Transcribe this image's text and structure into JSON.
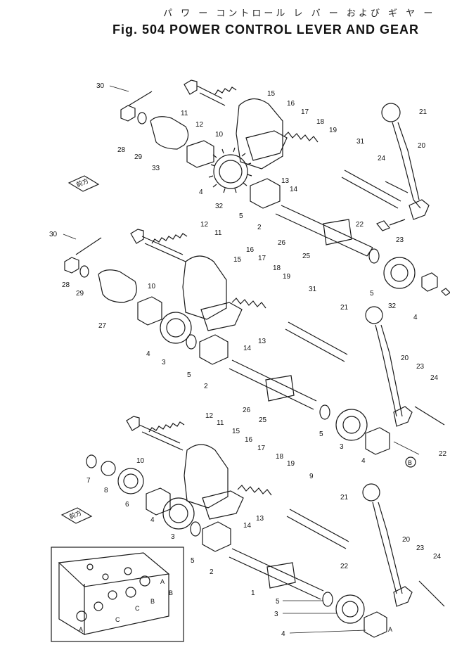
{
  "header": {
    "japanese_title": "パ ワ ー コントロール レ バ ー および ギ ヤ ー",
    "figure_title": "Fig. 504 POWER CONTROL LEVER AND GEAR"
  },
  "arrow_label": "前方",
  "inset_letters": [
    "A",
    "B",
    "C",
    "B",
    "C",
    "A"
  ],
  "callout_letters": [
    "B",
    "A"
  ],
  "assemblies": [
    {
      "name": "upper",
      "numbers": [
        "30",
        "28",
        "29",
        "33",
        "4",
        "32",
        "5",
        "2",
        "26",
        "25",
        "11",
        "12",
        "10",
        "13",
        "14",
        "15",
        "16",
        "17",
        "18",
        "19",
        "31",
        "24",
        "21",
        "20",
        "22",
        "23",
        "5",
        "32",
        "4"
      ]
    },
    {
      "name": "middle",
      "numbers": [
        "30",
        "28",
        "29",
        "27",
        "4",
        "3",
        "5",
        "2",
        "10",
        "12",
        "11",
        "15",
        "16",
        "17",
        "18",
        "19",
        "13",
        "14",
        "31",
        "21",
        "20",
        "23",
        "24",
        "26",
        "25",
        "5",
        "3",
        "4",
        "22"
      ]
    },
    {
      "name": "lower",
      "numbers": [
        "7",
        "8",
        "6",
        "4",
        "3",
        "5",
        "2",
        "10",
        "12",
        "11",
        "15",
        "16",
        "17",
        "18",
        "19",
        "13",
        "14",
        "9",
        "1",
        "21",
        "20",
        "23",
        "24",
        "22",
        "5",
        "3",
        "4"
      ]
    }
  ],
  "colors": {
    "line": "#1a1a1a",
    "paper": "#ffffff"
  }
}
